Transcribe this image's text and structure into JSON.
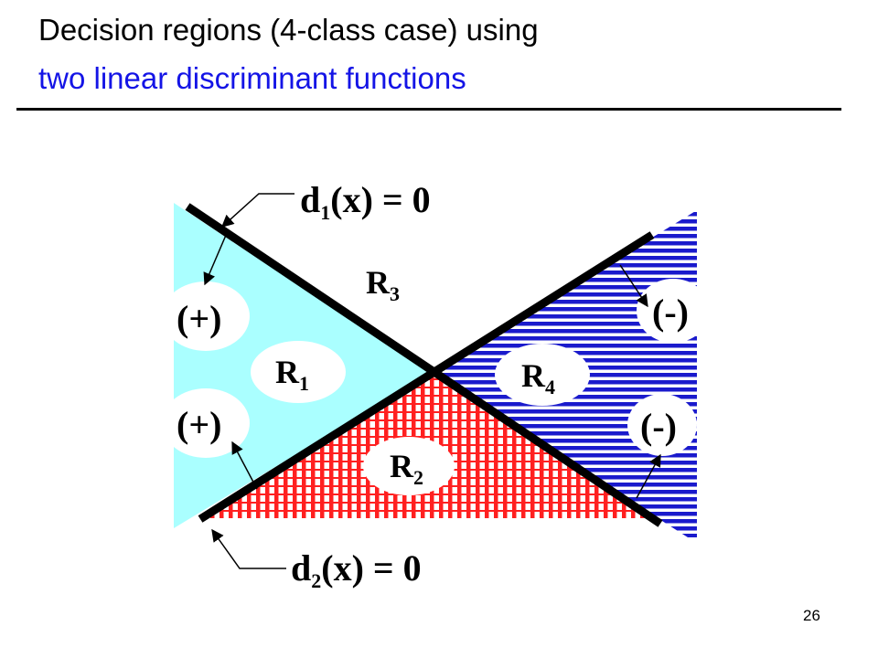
{
  "slide": {
    "title_line1": "Decision regions (4-class case) using",
    "title_line2": "two linear discriminant functions",
    "page_number": "26"
  },
  "diagram": {
    "line1_label": {
      "fn": "d",
      "sub": "1",
      "arg": "(x)",
      "rhs": " = 0"
    },
    "line2_label": {
      "fn": "d",
      "sub": "2",
      "arg": "(x)",
      "rhs": " = 0"
    },
    "regions": [
      {
        "letter": "R",
        "sub": "1"
      },
      {
        "letter": "R",
        "sub": "2"
      },
      {
        "letter": "R",
        "sub": "3"
      },
      {
        "letter": "R",
        "sub": "4"
      }
    ],
    "signs": {
      "plus_upper": "(+)",
      "plus_lower": "(+)",
      "minus_upper": "(-)",
      "minus_lower": "(-)"
    },
    "colors": {
      "region_R1": "#aaffff",
      "region_R2_stripes": "#ff2020",
      "region_R4_stripes": "#1a1acc",
      "title_accent": "#1414e6"
    }
  }
}
